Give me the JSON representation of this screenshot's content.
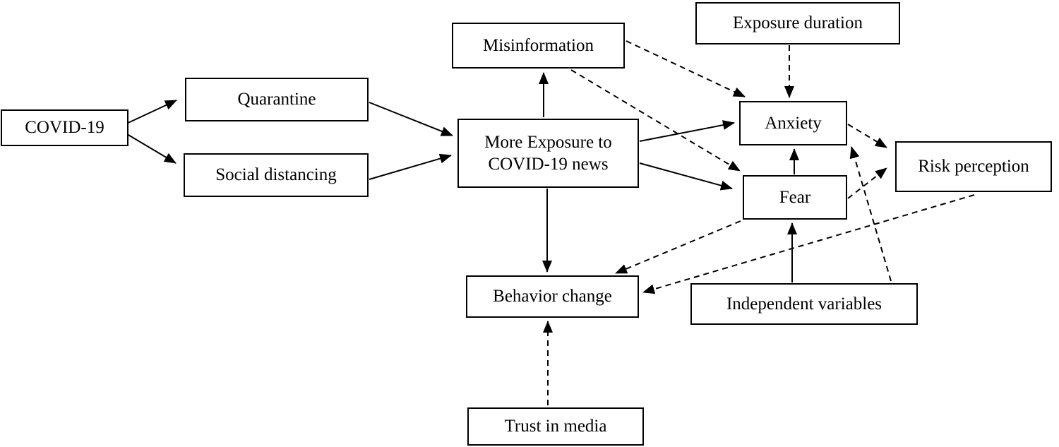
{
  "diagram": {
    "background_color": "#ffffff",
    "line_color": "#000000",
    "box_border_color": "#000000",
    "text_color": "#000000",
    "nodes": {
      "covid19": {
        "label": "COVID-19"
      },
      "quarantine": {
        "label": "Quarantine"
      },
      "social_distancing": {
        "label": "Social distancing"
      },
      "misinformation": {
        "label": "Misinformation"
      },
      "more_exposure": {
        "label": "More Exposure to COVID-19 news"
      },
      "exposure_duration": {
        "label": "Exposure duration"
      },
      "anxiety": {
        "label": "Anxiety"
      },
      "fear": {
        "label": "Fear"
      },
      "risk_perception": {
        "label": "Risk perception"
      },
      "behavior_change": {
        "label": "Behavior change"
      },
      "independent_variables": {
        "label": "Independent variables"
      },
      "trust_in_media": {
        "label": "Trust in media"
      }
    },
    "edges": [
      {
        "from": "covid19",
        "to": "quarantine",
        "line_style": "solid"
      },
      {
        "from": "covid19",
        "to": "social_distancing",
        "line_style": "solid"
      },
      {
        "from": "quarantine",
        "to": "more_exposure",
        "line_style": "solid"
      },
      {
        "from": "social_distancing",
        "to": "more_exposure",
        "line_style": "solid"
      },
      {
        "from": "more_exposure",
        "to": "misinformation",
        "line_style": "solid"
      },
      {
        "from": "more_exposure",
        "to": "anxiety",
        "line_style": "solid"
      },
      {
        "from": "more_exposure",
        "to": "fear",
        "line_style": "solid"
      },
      {
        "from": "more_exposure",
        "to": "behavior_change",
        "line_style": "solid"
      },
      {
        "from": "fear",
        "to": "anxiety",
        "line_style": "solid"
      },
      {
        "from": "independent_variables",
        "to": "fear",
        "line_style": "solid"
      },
      {
        "from": "exposure_duration",
        "to": "anxiety",
        "line_style": "dashed"
      },
      {
        "from": "misinformation",
        "to": "anxiety",
        "line_style": "dashed"
      },
      {
        "from": "misinformation",
        "to": "fear",
        "line_style": "dashed"
      },
      {
        "from": "anxiety",
        "to": "risk_perception",
        "line_style": "dashed"
      },
      {
        "from": "fear",
        "to": "risk_perception",
        "line_style": "dashed"
      },
      {
        "from": "independent_variables",
        "to": "anxiety",
        "line_style": "dashed"
      },
      {
        "from": "fear",
        "to": "behavior_change",
        "line_style": "dashed"
      },
      {
        "from": "risk_perception",
        "to": "behavior_change",
        "line_style": "dashed"
      },
      {
        "from": "trust_in_media",
        "to": "behavior_change",
        "line_style": "dashed"
      }
    ]
  }
}
